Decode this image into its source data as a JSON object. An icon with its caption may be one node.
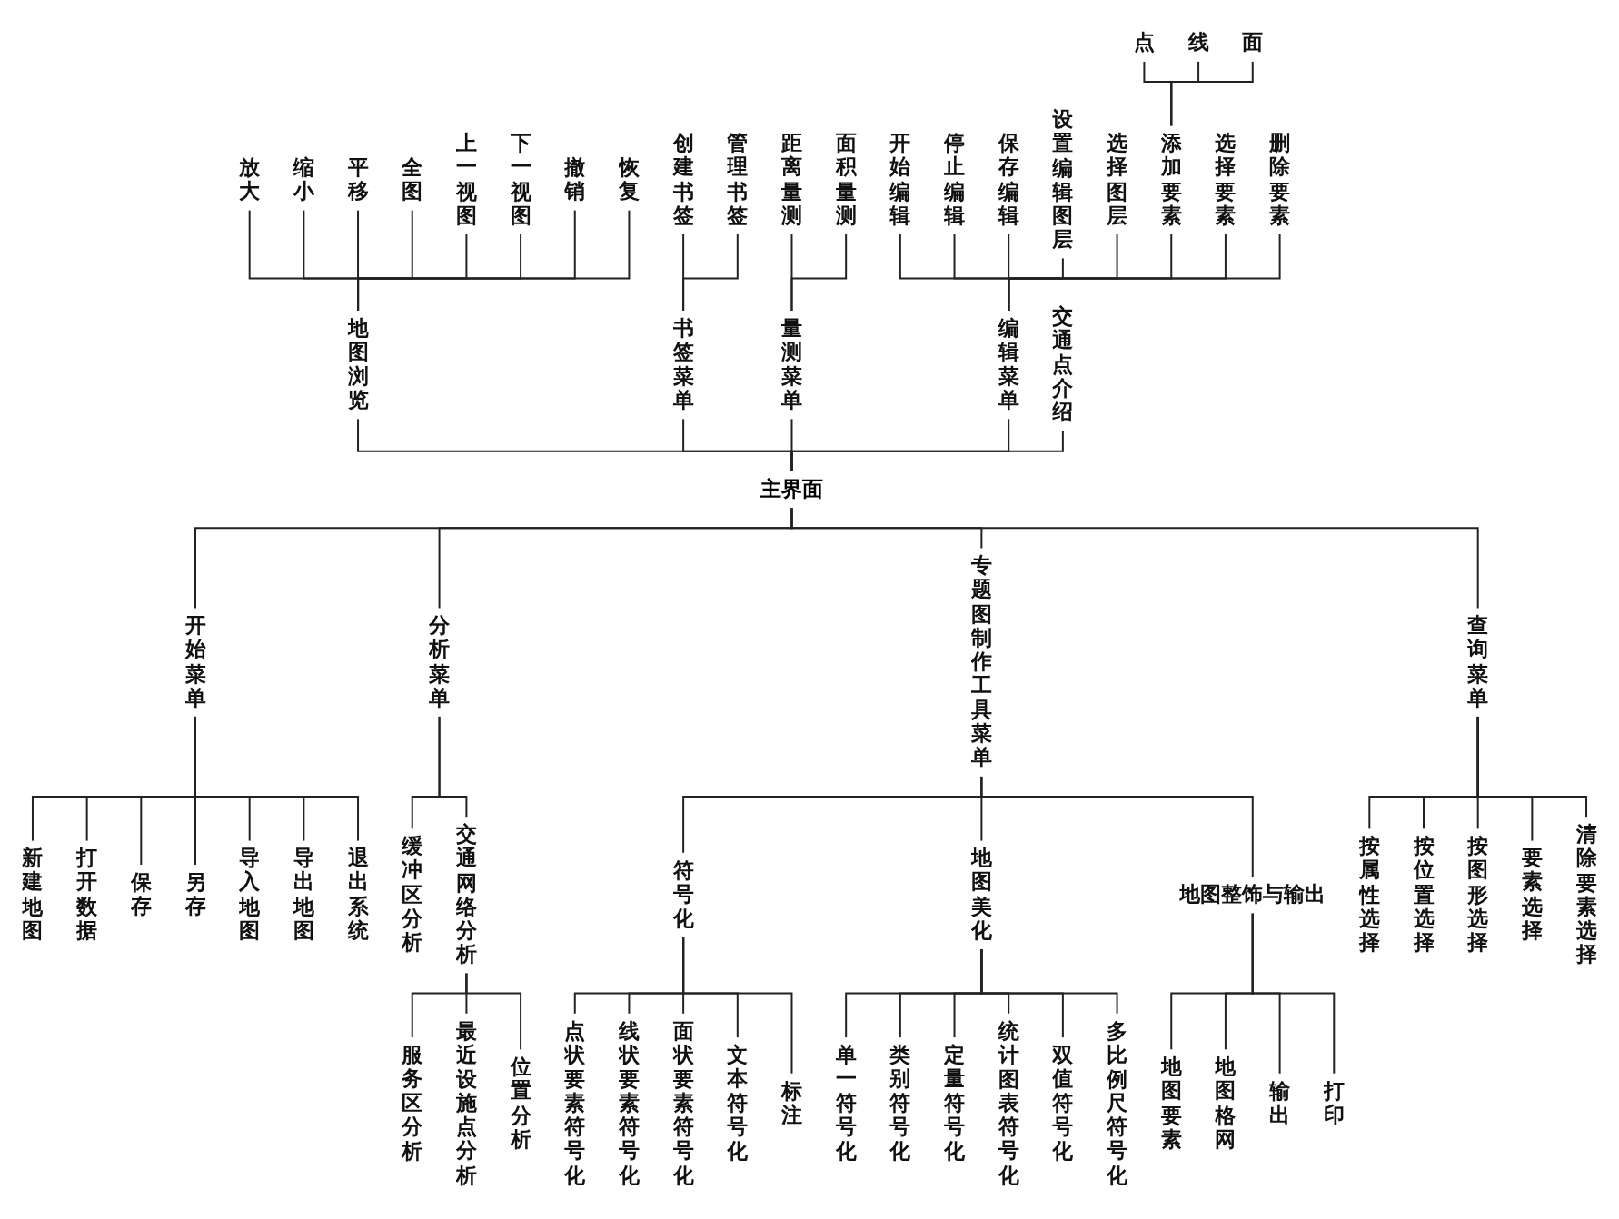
{
  "diagram": {
    "nodes": [
      {
        "text": [
          "主界面"
        ]
      },
      {
        "text": [
          "地图浏览"
        ]
      },
      {
        "text": [
          "放大"
        ]
      },
      {
        "text": [
          "缩小"
        ]
      },
      {
        "text": [
          "平移"
        ]
      },
      {
        "text": [
          "全图"
        ]
      },
      {
        "text": [
          "上一视图"
        ]
      },
      {
        "text": [
          "下一视图"
        ]
      },
      {
        "text": [
          "撤销"
        ]
      },
      {
        "text": [
          "恢复"
        ]
      },
      {
        "text": [
          "书签菜单"
        ]
      },
      {
        "text": [
          "创建书签"
        ]
      },
      {
        "text": [
          "管理书签"
        ]
      },
      {
        "text": [
          "量测菜单"
        ]
      },
      {
        "text": [
          "距离量测"
        ]
      },
      {
        "text": [
          "面积量测"
        ]
      },
      {
        "text": [
          "编辑菜单"
        ]
      },
      {
        "text": [
          "开始编辑"
        ]
      },
      {
        "text": [
          "停止编辑"
        ]
      },
      {
        "text": [
          "保存编辑"
        ]
      },
      {
        "text": [
          "设置编辑图层"
        ]
      },
      {
        "text": [
          "选择图层"
        ]
      },
      {
        "text": [
          "添加要素"
        ]
      },
      {
        "text": [
          "点"
        ]
      },
      {
        "text": [
          "线"
        ]
      },
      {
        "text": [
          "面"
        ]
      },
      {
        "text": [
          "选择要素"
        ]
      },
      {
        "text": [
          "删除要素"
        ]
      },
      {
        "text": [
          "交通点介绍"
        ]
      },
      {
        "text": [
          "开始菜单"
        ]
      },
      {
        "text": [
          "新建地图"
        ]
      },
      {
        "text": [
          "打开数据"
        ]
      },
      {
        "text": [
          "保存"
        ]
      },
      {
        "text": [
          "另存"
        ]
      },
      {
        "text": [
          "导入地图"
        ]
      },
      {
        "text": [
          "导出地图"
        ]
      },
      {
        "text": [
          "退出系统"
        ]
      },
      {
        "text": [
          "分析菜单"
        ]
      },
      {
        "text": [
          "缓冲区分析"
        ]
      },
      {
        "text": [
          "交通网络分析"
        ]
      },
      {
        "text": [
          "服务区分析"
        ]
      },
      {
        "text": [
          "最近设施点分析"
        ]
      },
      {
        "text": [
          "位置分析"
        ]
      },
      {
        "text": [
          "专题图制作工具菜单"
        ]
      },
      {
        "text": [
          "符号化"
        ]
      },
      {
        "text": [
          "点状要素符号化"
        ]
      },
      {
        "text": [
          "线状要素符号化"
        ]
      },
      {
        "text": [
          "面状要素符号化"
        ]
      },
      {
        "text": [
          "文本符号化"
        ]
      },
      {
        "text": [
          "标注"
        ]
      },
      {
        "text": [
          "地图美化"
        ]
      },
      {
        "text": [
          "单一符号化"
        ]
      },
      {
        "text": [
          "类别符号化"
        ]
      },
      {
        "text": [
          "定量符号化"
        ]
      },
      {
        "text": [
          "统计图表符号化"
        ]
      },
      {
        "text": [
          "双值符号化"
        ]
      },
      {
        "text": [
          "多比例尺符号化"
        ]
      },
      {
        "text": [
          "地图整饰与输出"
        ]
      },
      {
        "text": [
          "地图要素"
        ]
      },
      {
        "text": [
          "地图格网"
        ]
      },
      {
        "text": [
          "输出"
        ]
      },
      {
        "text": [
          "打印"
        ]
      },
      {
        "text": [
          "查询菜单"
        ]
      },
      {
        "text": [
          "按属性选择"
        ]
      },
      {
        "text": [
          "按位置选择"
        ]
      },
      {
        "text": [
          "按图形选择"
        ]
      },
      {
        "text": [
          "要素选择"
        ]
      },
      {
        "text": [
          "清除要素选择"
        ]
      }
    ],
    "edges": [
      {
        "from": 1,
        "to": 0,
        "arrow": "none"
      },
      {
        "from": 2,
        "to": 1,
        "arrow": "none"
      },
      {
        "from": 3,
        "to": 1,
        "arrow": "none"
      },
      {
        "from": 4,
        "to": 1,
        "arrow": "none"
      },
      {
        "from": 5,
        "to": 1,
        "arrow": "none"
      },
      {
        "from": 6,
        "to": 1,
        "arrow": "none"
      },
      {
        "from": 7,
        "to": 1,
        "arrow": "none"
      },
      {
        "from": 8,
        "to": 1,
        "arrow": "none"
      },
      {
        "from": 9,
        "to": 1,
        "arrow": "none"
      },
      {
        "from": 10,
        "to": 0,
        "arrow": "none"
      },
      {
        "from": 11,
        "to": 10,
        "arrow": "none"
      },
      {
        "from": 12,
        "to": 10,
        "arrow": "none"
      },
      {
        "from": 13,
        "to": 0,
        "arrow": "none"
      },
      {
        "from": 14,
        "to": 13,
        "arrow": "none"
      },
      {
        "from": 15,
        "to": 13,
        "arrow": "none"
      },
      {
        "from": 16,
        "to": 0,
        "arrow": "none"
      },
      {
        "from": 17,
        "to": 16,
        "arrow": "none"
      },
      {
        "from": 18,
        "to": 16,
        "arrow": "none"
      },
      {
        "from": 19,
        "to": 16,
        "arrow": "none"
      },
      {
        "from": 20,
        "to": 16,
        "arrow": "none"
      },
      {
        "from": 21,
        "to": 16,
        "arrow": "none"
      },
      {
        "from": 22,
        "to": 16,
        "arrow": "none"
      },
      {
        "from": 23,
        "to": 22,
        "arrow": "none"
      },
      {
        "from": 24,
        "to": 22,
        "arrow": "none"
      },
      {
        "from": 25,
        "to": 22,
        "arrow": "none"
      },
      {
        "from": 26,
        "to": 16,
        "arrow": "none"
      },
      {
        "from": 27,
        "to": 16,
        "arrow": "none"
      },
      {
        "from": 28,
        "to": 0,
        "arrow": "none"
      },
      {
        "from": 0,
        "to": 29,
        "arrow": "none"
      },
      {
        "from": 29,
        "to": 30,
        "arrow": "none"
      },
      {
        "from": 29,
        "to": 31,
        "arrow": "none"
      },
      {
        "from": 29,
        "to": 32,
        "arrow": "none"
      },
      {
        "from": 29,
        "to": 33,
        "arrow": "none"
      },
      {
        "from": 29,
        "to": 34,
        "arrow": "none"
      },
      {
        "from": 29,
        "to": 35,
        "arrow": "none"
      },
      {
        "from": 29,
        "to": 36,
        "arrow": "none"
      },
      {
        "from": 0,
        "to": 37,
        "arrow": "none"
      },
      {
        "from": 37,
        "to": 38,
        "arrow": "none"
      },
      {
        "from": 37,
        "to": 39,
        "arrow": "none"
      },
      {
        "from": 39,
        "to": 40,
        "arrow": "none"
      },
      {
        "from": 39,
        "to": 41,
        "arrow": "none"
      },
      {
        "from": 39,
        "to": 42,
        "arrow": "none"
      },
      {
        "from": 0,
        "to": 43,
        "arrow": "none"
      },
      {
        "from": 43,
        "to": 44,
        "arrow": "none"
      },
      {
        "from": 44,
        "to": 45,
        "arrow": "none"
      },
      {
        "from": 44,
        "to": 46,
        "arrow": "none"
      },
      {
        "from": 44,
        "to": 47,
        "arrow": "none"
      },
      {
        "from": 44,
        "to": 48,
        "arrow": "none"
      },
      {
        "from": 44,
        "to": 49,
        "arrow": "none"
      },
      {
        "from": 43,
        "to": 50,
        "arrow": "none"
      },
      {
        "from": 50,
        "to": 51,
        "arrow": "none"
      },
      {
        "from": 50,
        "to": 52,
        "arrow": "none"
      },
      {
        "from": 50,
        "to": 53,
        "arrow": "none"
      },
      {
        "from": 50,
        "to": 54,
        "arrow": "none"
      },
      {
        "from": 50,
        "to": 55,
        "arrow": "none"
      },
      {
        "from": 50,
        "to": 56,
        "arrow": "none"
      },
      {
        "from": 43,
        "to": 57,
        "arrow": "none"
      },
      {
        "from": 57,
        "to": 58,
        "arrow": "none"
      },
      {
        "from": 57,
        "to": 59,
        "arrow": "none"
      },
      {
        "from": 57,
        "to": 60,
        "arrow": "none"
      },
      {
        "from": 57,
        "to": 61,
        "arrow": "none"
      },
      {
        "from": 0,
        "to": 62,
        "arrow": "none"
      },
      {
        "from": 62,
        "to": 63,
        "arrow": "none"
      },
      {
        "from": 62,
        "to": 64,
        "arrow": "none"
      },
      {
        "from": 62,
        "to": 65,
        "arrow": "none"
      },
      {
        "from": 62,
        "to": 66,
        "arrow": "none"
      },
      {
        "from": 62,
        "to": 67,
        "arrow": "none"
      }
    ]
  }
}
